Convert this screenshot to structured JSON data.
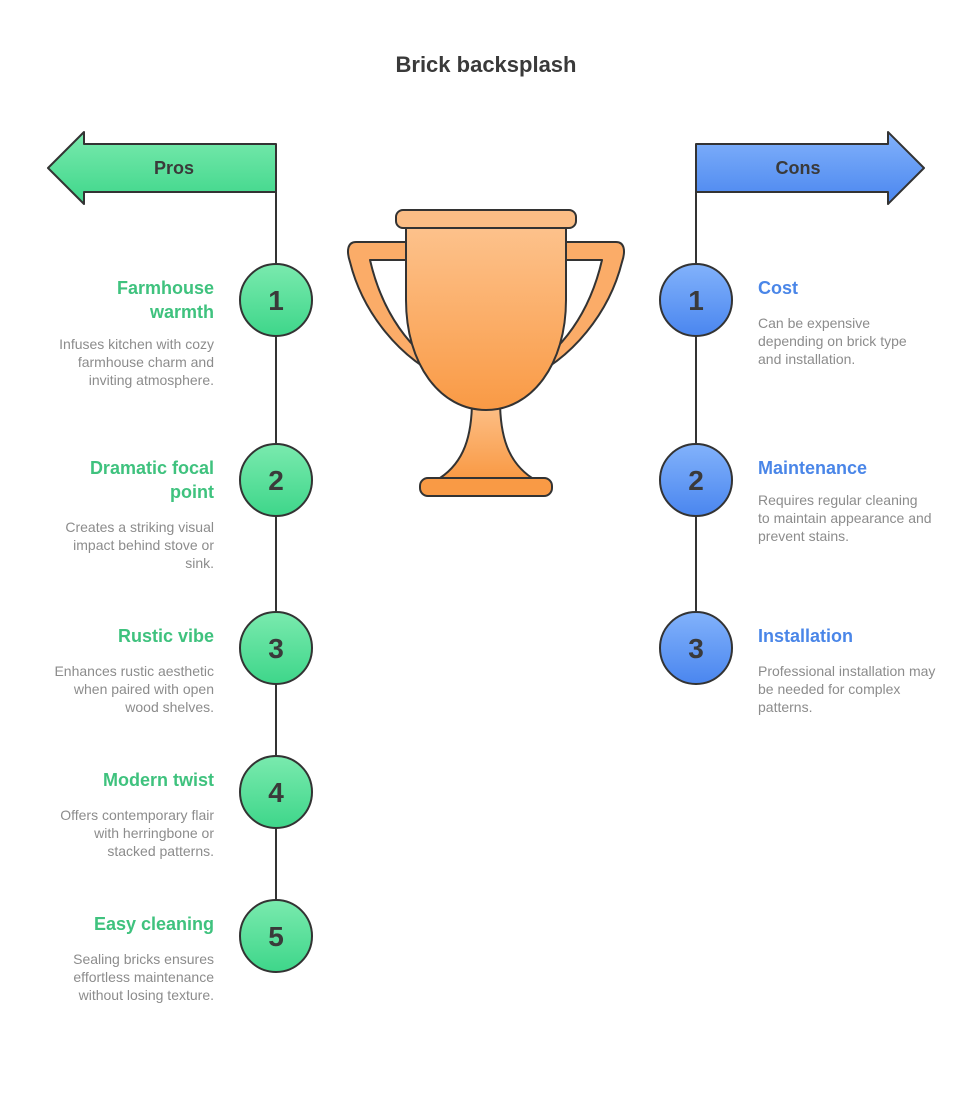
{
  "title": "Brick backsplash",
  "colors": {
    "pro_accent": "#3fc27e",
    "con_accent": "#4a86e8",
    "trophy": "#fbac68"
  },
  "icons": [
    "trophy-icon",
    "arrow-left-icon",
    "arrow-right-icon"
  ],
  "pros": {
    "label": "Pros",
    "items": [
      {
        "number": "1",
        "title": "Farmhouse warmth",
        "desc": "Infuses kitchen with cozy farmhouse charm and inviting atmosphere."
      },
      {
        "number": "2",
        "title": "Dramatic focal point",
        "desc": "Creates a striking visual impact behind stove or sink."
      },
      {
        "number": "3",
        "title": "Rustic vibe",
        "desc": "Enhances rustic aesthetic when paired with open wood shelves."
      },
      {
        "number": "4",
        "title": "Modern twist",
        "desc": "Offers contemporary flair with herringbone or stacked patterns."
      },
      {
        "number": "5",
        "title": "Easy cleaning",
        "desc": "Sealing bricks ensures effortless maintenance without losing texture."
      }
    ]
  },
  "cons": {
    "label": "Cons",
    "items": [
      {
        "number": "1",
        "title": "Cost",
        "desc": "Can be expensive depending on brick type and installation."
      },
      {
        "number": "2",
        "title": "Maintenance",
        "desc": "Requires regular cleaning to maintain appearance and prevent stains."
      },
      {
        "number": "3",
        "title": "Installation",
        "desc": "Professional installation may be needed for complex patterns."
      }
    ]
  }
}
